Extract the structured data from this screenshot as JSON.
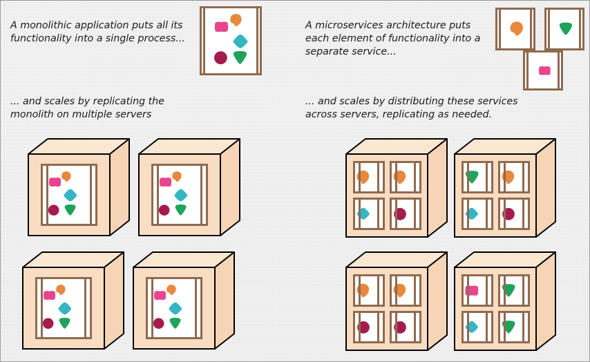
{
  "captions": {
    "monolith_top": "A monolithic application puts all its functionality into a single process...",
    "monolith_bottom": "... and scales by replicating the monolith on multiple servers",
    "microservices_top": "A microservices architecture puts each element of functionality into a separate service...",
    "microservices_bottom": "... and scales by distributing these services across servers, replicating as needed."
  },
  "colors": {
    "background": "#e8e8e8",
    "border": "#9a9a9a",
    "text": "#1b1b1b",
    "frame_brown": "#8f6a4f",
    "box_face": "#f9ddc3",
    "box_top": "#fae7d2",
    "box_side": "#f6d5b6",
    "outline": "#000000",
    "glass": "#ffffff",
    "shape_orange": "#e8883c",
    "shape_pink": "#e8458e",
    "shape_cyan": "#36b5c4",
    "shape_darkred": "#a51b4e",
    "shape_green": "#1fa35c"
  },
  "shape_names": {
    "orange": "orange-blob-shape",
    "pink": "pink-bowtie-shape",
    "cyan": "cyan-diamond-shape",
    "darkred": "darkred-circle-shape",
    "green": "green-triangle-shape"
  },
  "monolith_app": {
    "label": "monolithic-application-window",
    "shapes": [
      "orange",
      "pink",
      "cyan",
      "darkred",
      "green"
    ]
  },
  "microservice_apps": [
    {
      "label": "microservice-window-orange",
      "shape": "orange"
    },
    {
      "label": "microservice-window-green",
      "shape": "green"
    },
    {
      "label": "microservice-window-pink",
      "shape": "pink"
    }
  ],
  "monolith_servers": [
    {
      "label": "monolith-server-1",
      "shapes": [
        "orange",
        "pink",
        "cyan",
        "darkred",
        "green"
      ]
    },
    {
      "label": "monolith-server-2",
      "shapes": [
        "orange",
        "pink",
        "cyan",
        "darkred",
        "green"
      ]
    },
    {
      "label": "monolith-server-3",
      "shapes": [
        "orange",
        "pink",
        "cyan",
        "darkred",
        "green"
      ]
    },
    {
      "label": "monolith-server-4",
      "shapes": [
        "orange",
        "pink",
        "cyan",
        "darkred",
        "green"
      ]
    }
  ],
  "microservice_servers": [
    {
      "label": "microservice-server-1",
      "cells": [
        "orange",
        "orange",
        "cyan",
        "darkred"
      ]
    },
    {
      "label": "microservice-server-2",
      "cells": [
        "green",
        "orange",
        "cyan",
        "darkred"
      ]
    },
    {
      "label": "microservice-server-3",
      "cells": [
        "orange",
        "orange",
        "darkred",
        "darkred"
      ]
    },
    {
      "label": "microservice-server-4",
      "cells": [
        "pink",
        "green",
        "cyan",
        "green"
      ]
    }
  ]
}
